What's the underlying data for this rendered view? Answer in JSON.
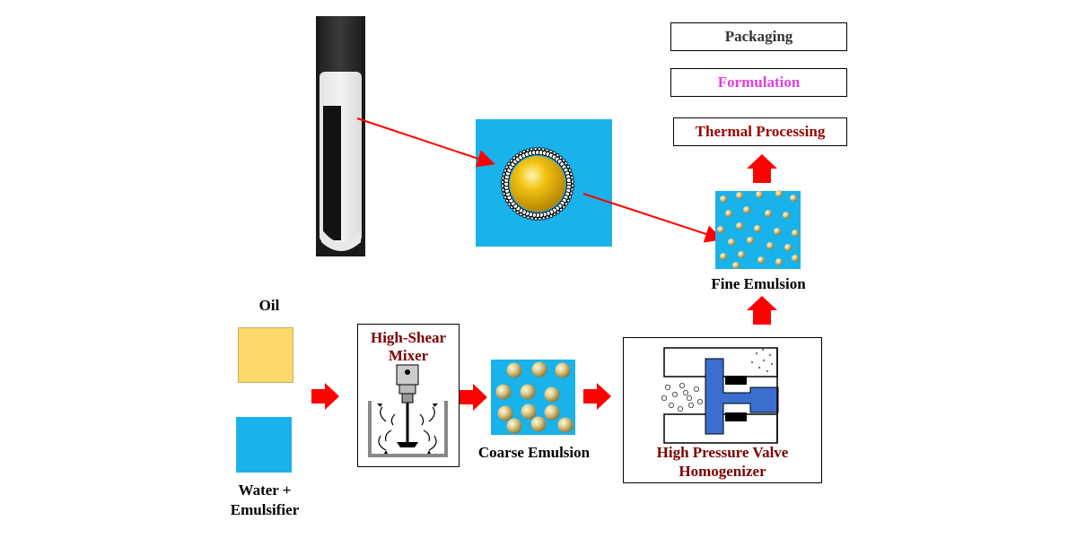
{
  "labels": {
    "oil": "Oil",
    "water_emulsifier_line1": "Water +",
    "water_emulsifier_line2": "Emulsifier",
    "mixer_line1": "High-Shear",
    "mixer_line2": "Mixer",
    "coarse_emulsion": "Coarse Emulsion",
    "homogenizer_line1": "High Pressure Valve",
    "homogenizer_line2": "Homogenizer",
    "fine_emulsion": "Fine Emulsion"
  },
  "next_steps": [
    {
      "label": "Packaging",
      "color": "#333333"
    },
    {
      "label": "Formulation",
      "color": "#e040e0"
    },
    {
      "label": "Thermal Processing",
      "color": "#9c0000"
    }
  ],
  "colors": {
    "oil": "#fcd96a",
    "water": "#1ab2ea",
    "arrow": "#ff0000",
    "dark_red_text": "#7a0000",
    "valve_blue": "#3a6fd0"
  }
}
